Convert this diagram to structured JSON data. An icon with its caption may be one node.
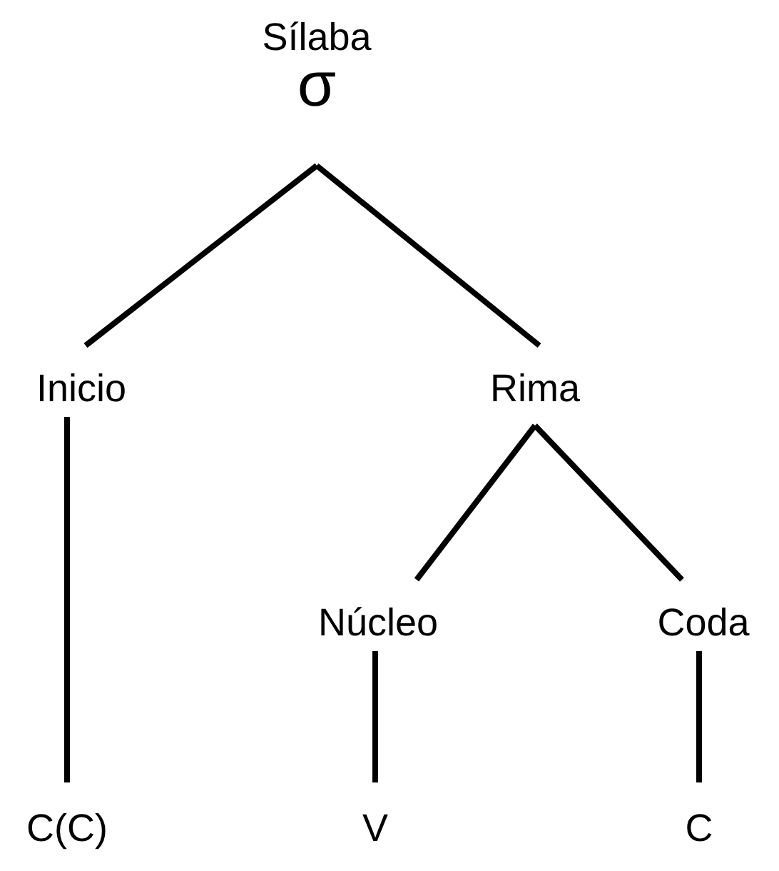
{
  "diagram": {
    "nodes": [
      {
        "text": [
          "Sílaba",
          "σ"
        ]
      },
      {
        "text": [
          "Inicio"
        ]
      },
      {
        "text": [
          "Rima"
        ]
      },
      {
        "text": [
          "Núcleo"
        ]
      },
      {
        "text": [
          "Coda"
        ]
      },
      {
        "text": [
          "C(C)"
        ]
      },
      {
        "text": [
          "V"
        ]
      },
      {
        "text": [
          "C"
        ]
      }
    ],
    "edges": [
      {
        "from": 0,
        "to": 1,
        "arrow": "none"
      },
      {
        "from": 0,
        "to": 2,
        "arrow": "none"
      },
      {
        "from": 2,
        "to": 3,
        "arrow": "none"
      },
      {
        "from": 2,
        "to": 4,
        "arrow": "none"
      },
      {
        "from": 1,
        "to": 5,
        "arrow": "none"
      },
      {
        "from": 3,
        "to": 6,
        "arrow": "none"
      },
      {
        "from": 4,
        "to": 7,
        "arrow": "none"
      }
    ]
  }
}
